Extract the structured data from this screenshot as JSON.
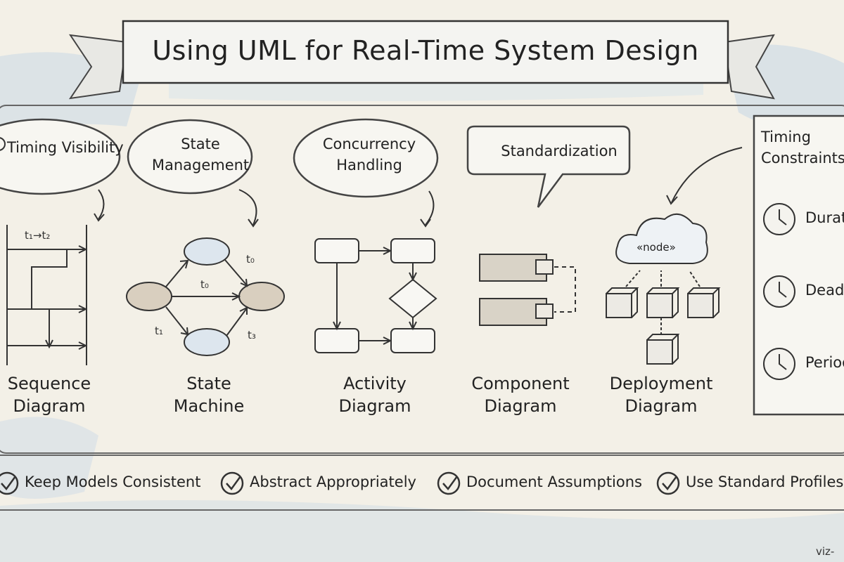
{
  "title": "Using UML for Real-Time System Design",
  "bubbles": [
    {
      "icon": "clock-icon",
      "label": "Timing Visibility"
    },
    {
      "icon": "arrows-icon",
      "label": "State Management"
    },
    {
      "icon": "gear-icon",
      "label": "Concurrency Handling"
    },
    {
      "icon": "stairs-icon",
      "label": "Standardization"
    }
  ],
  "diagrams": [
    {
      "label": "Sequence Diagram"
    },
    {
      "label": "State Machine"
    },
    {
      "label": "Activity Diagram"
    },
    {
      "label": "Component Diagram"
    },
    {
      "label": "Deployment Diagram"
    }
  ],
  "sequence_labels": {
    "t1": "t₁→t₂"
  },
  "state_labels": {
    "top": "t₀",
    "mid": "t₀",
    "left": "t₁",
    "right": "t₃"
  },
  "deployment": {
    "node_label": "«node»"
  },
  "timing_constraints": {
    "title": "Timing Constraints",
    "items": [
      "Duration",
      "Deadline",
      "Period"
    ]
  },
  "checklist": [
    "Keep Models Consistent",
    "Abstract Appropriately",
    "Document Assumptions",
    "Use Standard Profiles"
  ],
  "watermark": "viz-"
}
